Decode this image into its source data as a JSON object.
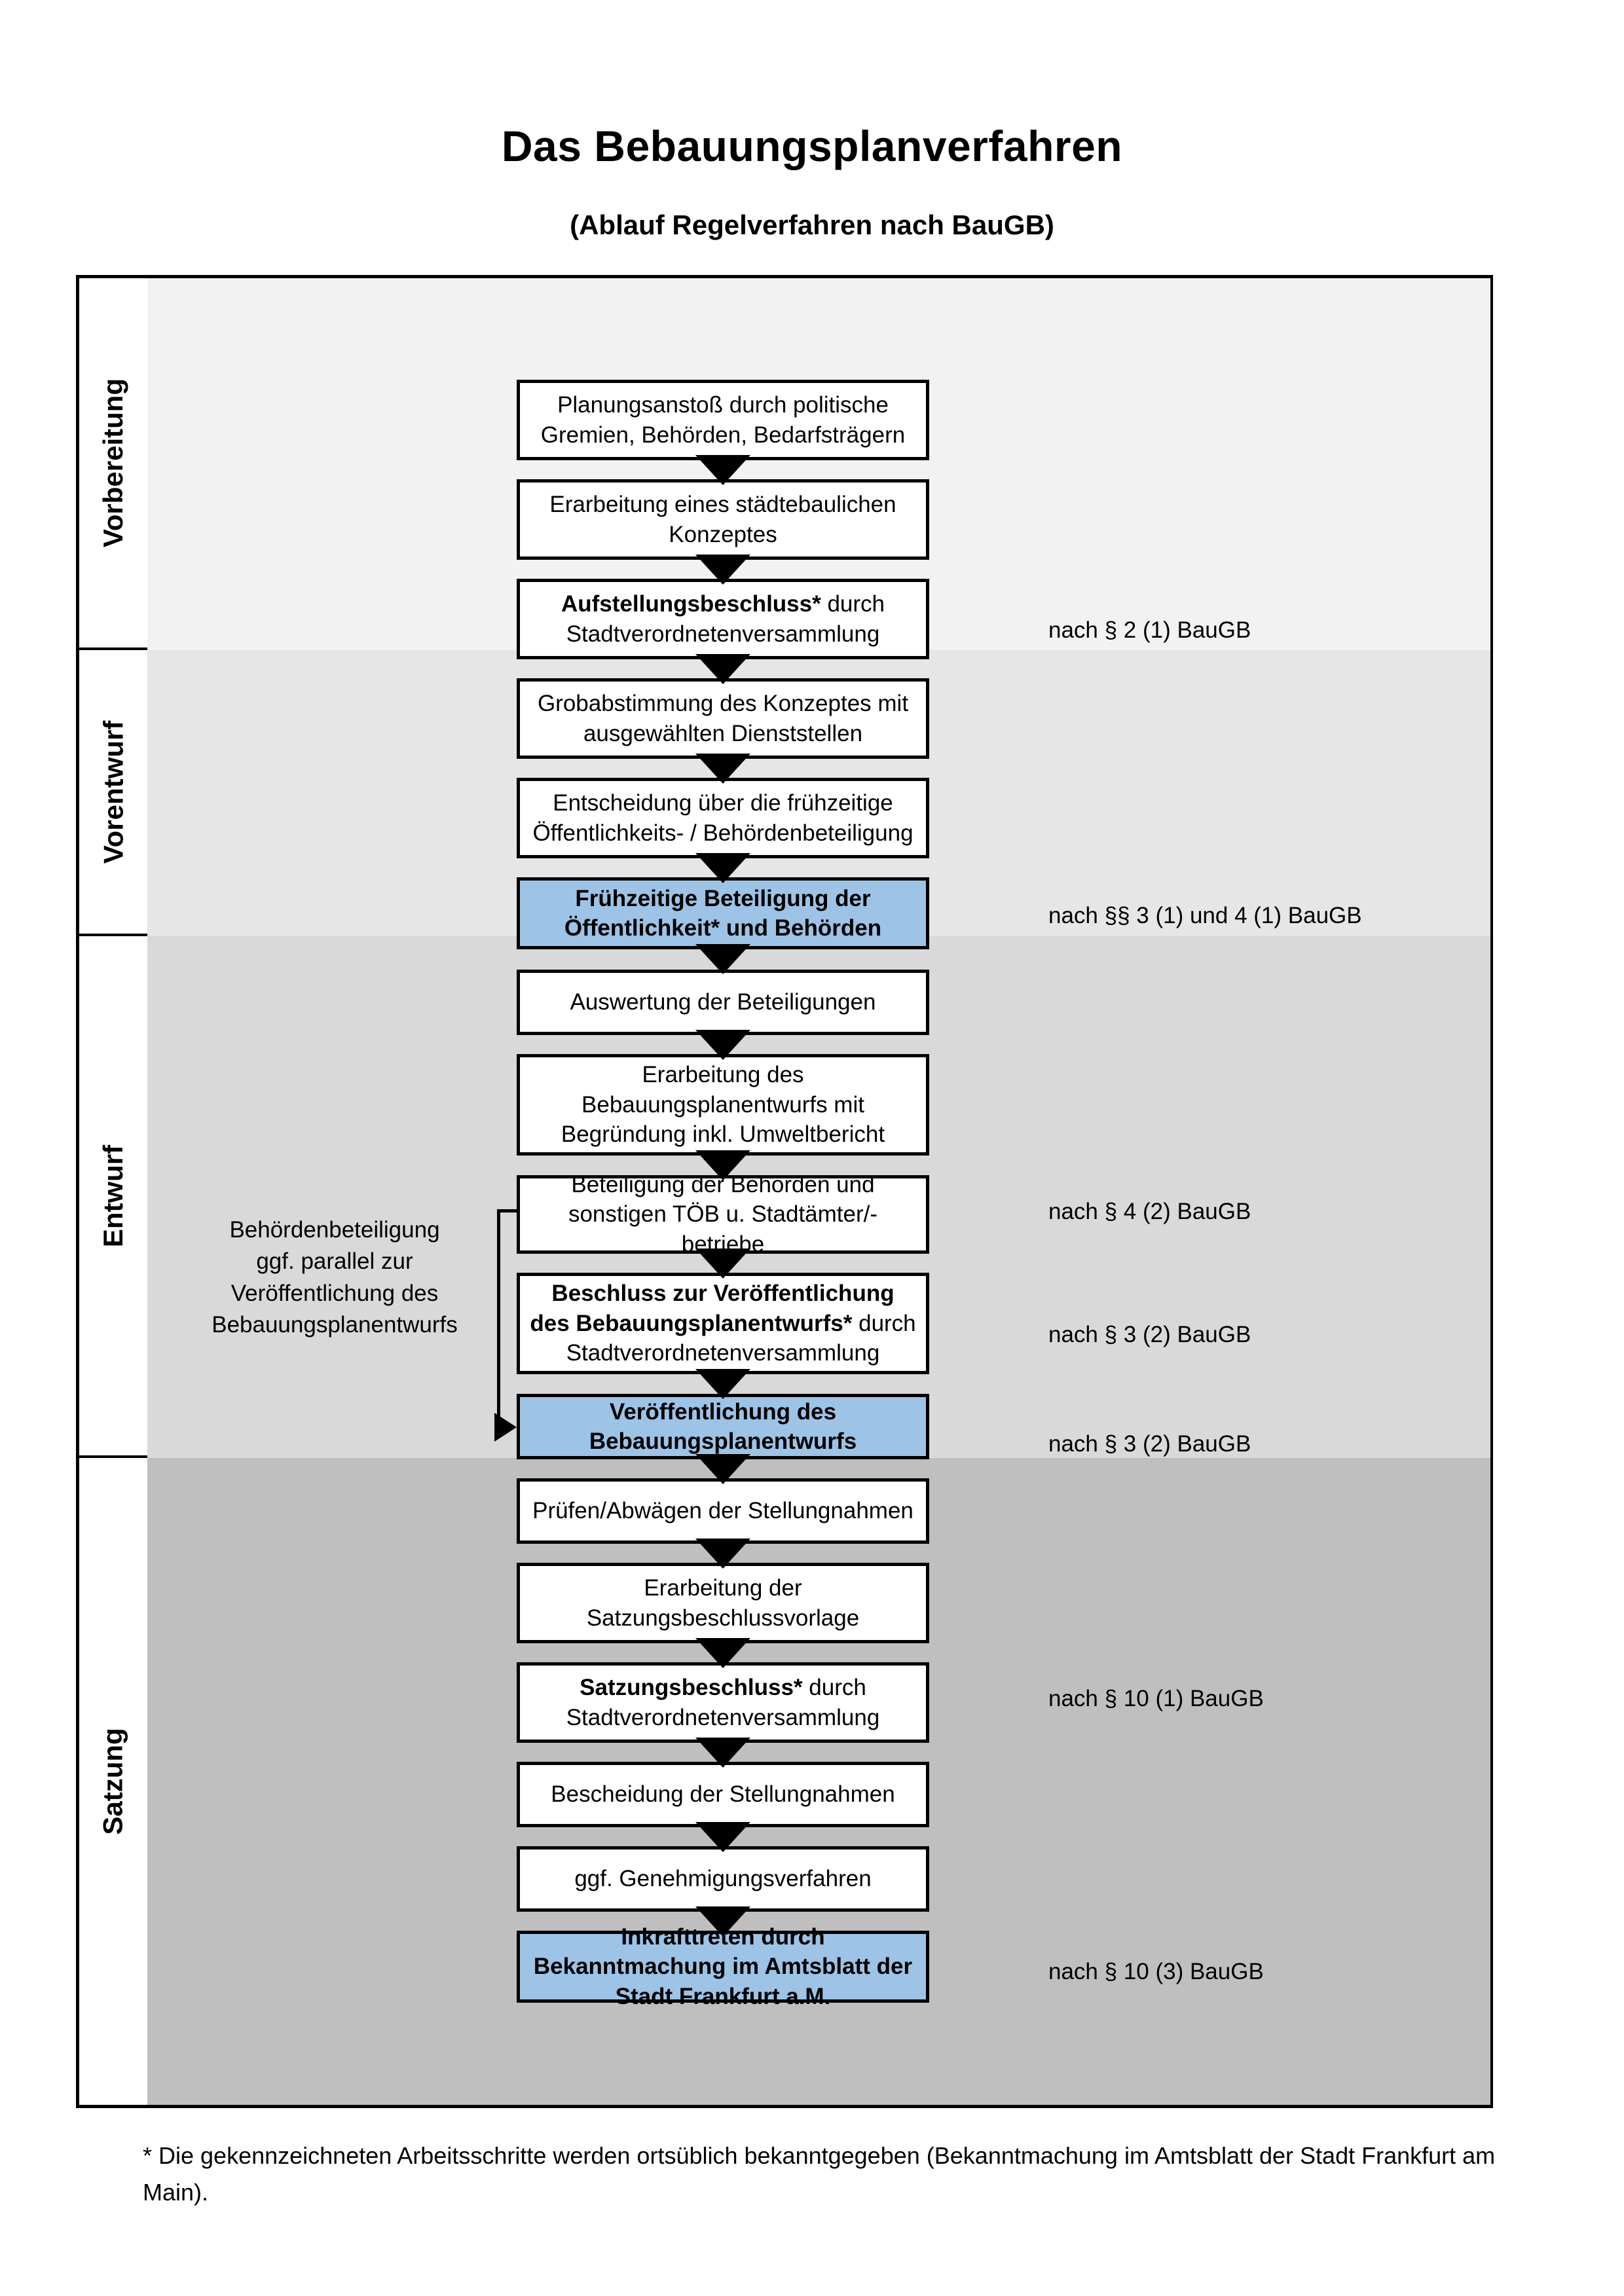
{
  "header": {
    "title": "Das Bebauungsplanverfahren",
    "subtitle": "(Ablauf Regelverfahren nach BauGB)"
  },
  "phases": [
    {
      "id": "vorbereitung",
      "label": "Vorbereitung",
      "band_color": "#F2F2F2"
    },
    {
      "id": "vorentwurf",
      "label": "Vorentwurf",
      "band_color": "#E6E6E6"
    },
    {
      "id": "entwurf",
      "label": "Entwurf",
      "band_color": "#D9D9D9"
    },
    {
      "id": "satzung",
      "label": "Satzung",
      "band_color": "#BFBFBF"
    }
  ],
  "steps": [
    {
      "id": "s1",
      "phase": "vorbereitung",
      "text": "Planungsanstoß durch politische Gremien, Behörden, Bedarfsträgern",
      "bold_prefix": "",
      "highlight": false
    },
    {
      "id": "s2",
      "phase": "vorbereitung",
      "text": "Erarbeitung eines städtebaulichen Konzeptes",
      "bold_prefix": "",
      "highlight": false
    },
    {
      "id": "s3",
      "phase": "vorbereitung",
      "text": " durch Stadtverordnetenversammlung",
      "bold_prefix": "Aufstellungsbeschluss*",
      "highlight": false
    },
    {
      "id": "s4",
      "phase": "vorentwurf",
      "text": "Grobabstimmung des Konzeptes mit ausgewählten Dienststellen",
      "bold_prefix": "",
      "highlight": false
    },
    {
      "id": "s5",
      "phase": "vorentwurf",
      "text": "Entscheidung über die frühzeitige Öffentlichkeits- / Behördenbeteiligung",
      "bold_prefix": "",
      "highlight": false
    },
    {
      "id": "s6",
      "phase": "vorentwurf",
      "text": "Frühzeitige Beteiligung der Öffentlichkeit* und Behörden",
      "bold_prefix": "",
      "highlight": true
    },
    {
      "id": "s7",
      "phase": "entwurf",
      "text": "Auswertung der Beteiligungen",
      "bold_prefix": "",
      "highlight": false
    },
    {
      "id": "s8",
      "phase": "entwurf",
      "text": "Erarbeitung des Bebauungsplanentwurfs mit Begründung inkl. Umweltbericht",
      "bold_prefix": "",
      "highlight": false
    },
    {
      "id": "s9",
      "phase": "entwurf",
      "text": "Beteiligung der Behörden und sonstigen TÖB u. Stadtämter/-betriebe",
      "bold_prefix": "",
      "highlight": false
    },
    {
      "id": "s10",
      "phase": "entwurf",
      "text": " durch Stadtverordnetenversammlung",
      "bold_prefix": "Beschluss zur Veröffentlichung des Bebauungsplanentwurfs*",
      "highlight": false
    },
    {
      "id": "s11",
      "phase": "entwurf",
      "text": "Veröffentlichung des Bebauungsplanentwurfs",
      "bold_prefix": "",
      "highlight": true
    },
    {
      "id": "s12",
      "phase": "satzung",
      "text": "Prüfen/Abwägen der Stellungnahmen",
      "bold_prefix": "",
      "highlight": false
    },
    {
      "id": "s13",
      "phase": "satzung",
      "text": "Erarbeitung der Satzungsbeschlussvorlage",
      "bold_prefix": "",
      "highlight": false
    },
    {
      "id": "s14",
      "phase": "satzung",
      "text": " durch Stadtverordnetenversammlung",
      "bold_prefix": "Satzungsbeschluss*",
      "highlight": false
    },
    {
      "id": "s15",
      "phase": "satzung",
      "text": "Bescheidung der Stellungnahmen",
      "bold_prefix": "",
      "highlight": false
    },
    {
      "id": "s16",
      "phase": "satzung",
      "text": "ggf. Genehmigungsverfahren",
      "bold_prefix": "",
      "highlight": false
    },
    {
      "id": "s17",
      "phase": "satzung",
      "text": " durch Bekanntmachung im Amtsblatt der Stadt Frankfurt a.M.",
      "bold_prefix": "Inkrafttreten",
      "highlight": true
    }
  ],
  "legal_notes": [
    {
      "id": "l1",
      "text": "nach § 2 (1) BauGB",
      "for_step": "s3"
    },
    {
      "id": "l2",
      "text": "nach §§ 3 (1) und 4 (1) BauGB",
      "for_step": "s6"
    },
    {
      "id": "l3",
      "text": "nach § 4 (2) BauGB",
      "for_step": "s9"
    },
    {
      "id": "l4",
      "text": "nach § 3 (2) BauGB",
      "for_step": "s10"
    },
    {
      "id": "l5",
      "text": "nach § 3 (2) BauGB",
      "for_step": "s11"
    },
    {
      "id": "l6",
      "text": "nach § 10 (1) BauGB",
      "for_step": "s14"
    },
    {
      "id": "l7",
      "text": "nach § 10 (3) BauGB",
      "for_step": "s17"
    }
  ],
  "side_note": {
    "text": "Behördenbeteiligung\nggf. parallel zur\nVeröffentlichung des\nBebauungsplanentwurfs"
  },
  "footnote": {
    "text": "* Die gekennzeichneten Arbeitsschritte werden ortsüblich bekanntgegeben (Bekanntmachung im Amtsblatt  der Stadt Frankfurt am Main)."
  },
  "colors": {
    "highlight_fill": "#9DC3E6",
    "border": "#000000",
    "band_vorbereitung": "#F2F2F2",
    "band_vorentwurf": "#E6E6E6",
    "band_entwurf": "#D9D9D9",
    "band_satzung": "#BFBFBF"
  }
}
